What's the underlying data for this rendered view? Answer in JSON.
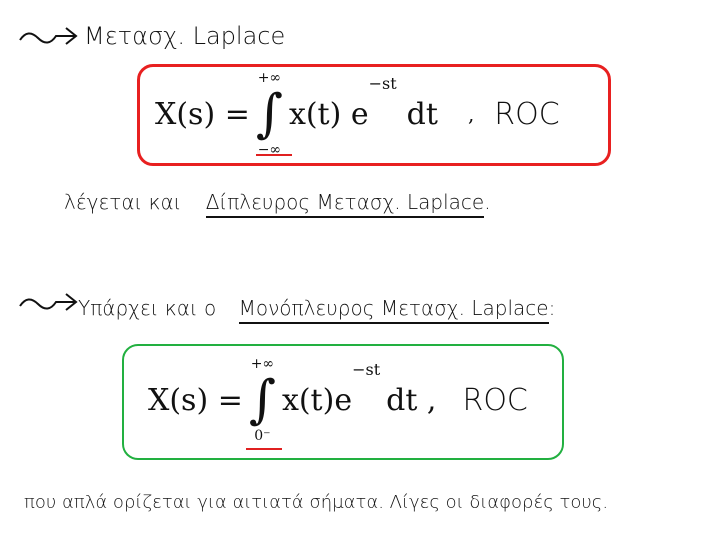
{
  "section1": {
    "arrow_icon": "squiggle-arrow-icon",
    "heading": "Μετασχ. Laplace",
    "formula": {
      "lhs": "X(s) =",
      "upper": "+∞",
      "lower": "−∞",
      "integrand": "x(t) e",
      "exponent": "−st",
      "dt": "dt",
      "sep": ",",
      "roc": "ROC"
    },
    "box_color": "#e82020",
    "note_prefix": "λέγεται και",
    "note_term": "Δίπλευρος Μετασχ. Laplace",
    "note_end": "."
  },
  "section2": {
    "arrow_icon": "squiggle-arrow-icon",
    "heading_prefix": "Υπάρχει και ο",
    "heading_term": "Μονόπλευρος Μετασχ. Laplace",
    "heading_end": ":",
    "formula": {
      "lhs": "X(s) =",
      "upper": "+∞",
      "lower": "0⁻",
      "integrand": "x(t)e",
      "exponent": "−st",
      "dt": "dt ,",
      "roc": "ROC"
    },
    "box_color": "#22b040"
  },
  "footer": "που απλά ορίζεται για αιτιατά σήματα. Λίγες οι διαφορές τους."
}
